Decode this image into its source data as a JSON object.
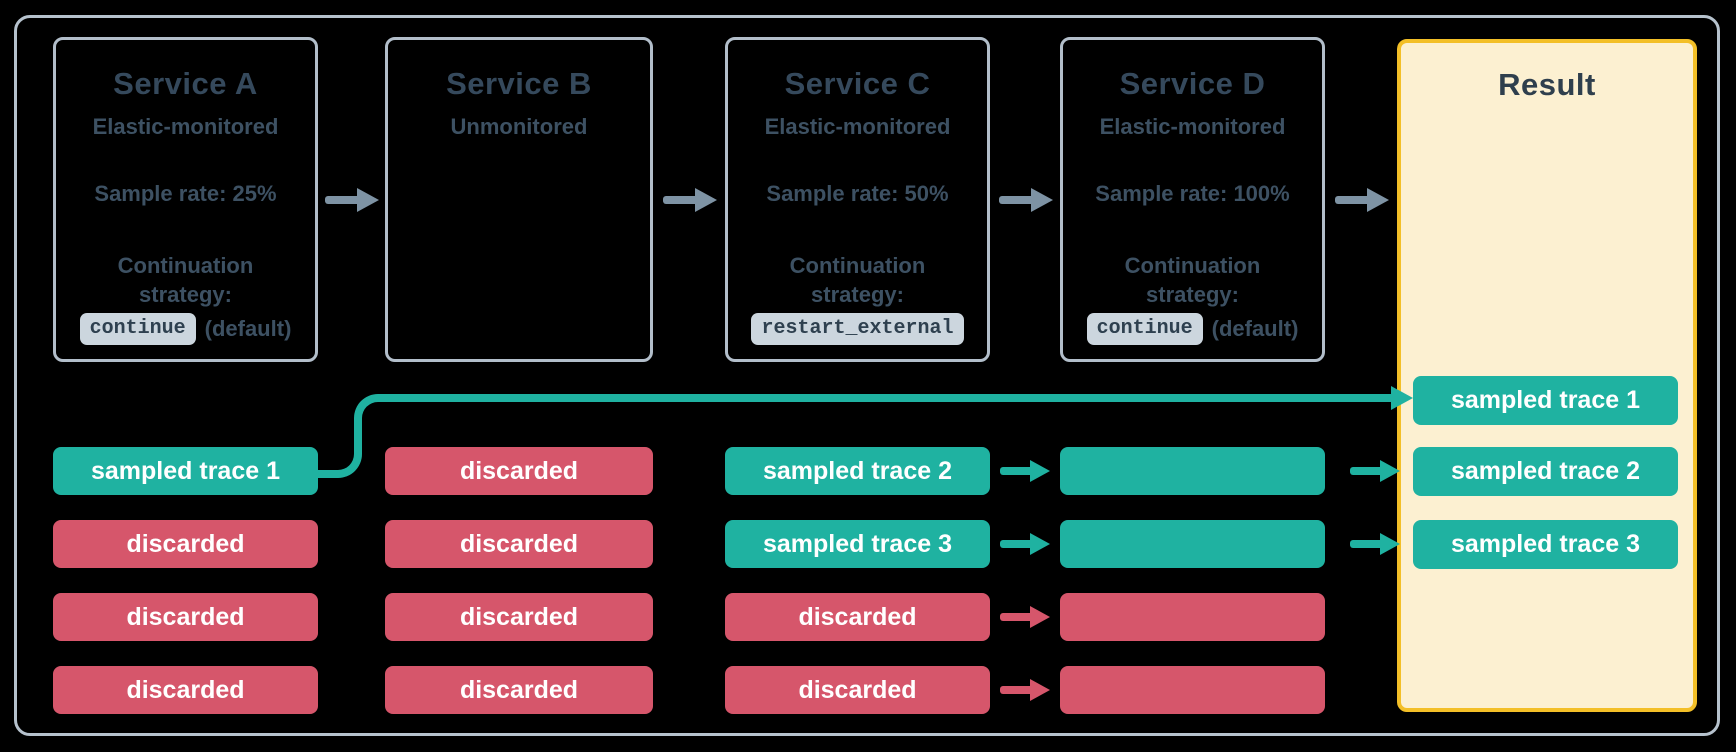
{
  "colors": {
    "background": "#000000",
    "frame_border": "#b6c2cd",
    "service_box_border": "#b2beca",
    "title_text": "#35495c",
    "body_text": "#3d5163",
    "chip_background": "#ccd6de",
    "chip_text": "#2e404f",
    "teal": "#1fb2a1",
    "red": "#d6566b",
    "gray_arrow": "#7e93a4",
    "result_border": "#f3bf27",
    "result_fill": "#fcf0d1"
  },
  "services": [
    {
      "title": "Service A",
      "subtitle": "Elastic-monitored",
      "sample_rate": "Sample rate: 25%",
      "strategy_line1": "Continuation",
      "strategy_line2": "strategy:",
      "chip": "continue",
      "chip_suffix": "(default)"
    },
    {
      "title": "Service B",
      "subtitle": "Unmonitored"
    },
    {
      "title": "Service C",
      "subtitle": "Elastic-monitored",
      "sample_rate": "Sample rate: 50%",
      "strategy_line1": "Continuation",
      "strategy_line2": "strategy:",
      "chip": "restart_external"
    },
    {
      "title": "Service D",
      "subtitle": "Elastic-monitored",
      "sample_rate": "Sample rate: 100%",
      "strategy_line1": "Continuation",
      "strategy_line2": "strategy:",
      "chip": "continue",
      "chip_suffix": "(default)"
    }
  ],
  "result": {
    "title": "Result",
    "pills": [
      "sampled trace 1",
      "sampled trace 2",
      "sampled trace 3"
    ]
  },
  "traces": {
    "service_a": [
      "sampled trace 1",
      "discarded",
      "discarded",
      "discarded"
    ],
    "service_b": [
      "discarded",
      "discarded",
      "discarded",
      "discarded"
    ],
    "service_c": [
      "sampled trace 2",
      "sampled trace 3",
      "discarded",
      "discarded"
    ],
    "service_d": [
      "",
      "",
      "",
      ""
    ]
  }
}
